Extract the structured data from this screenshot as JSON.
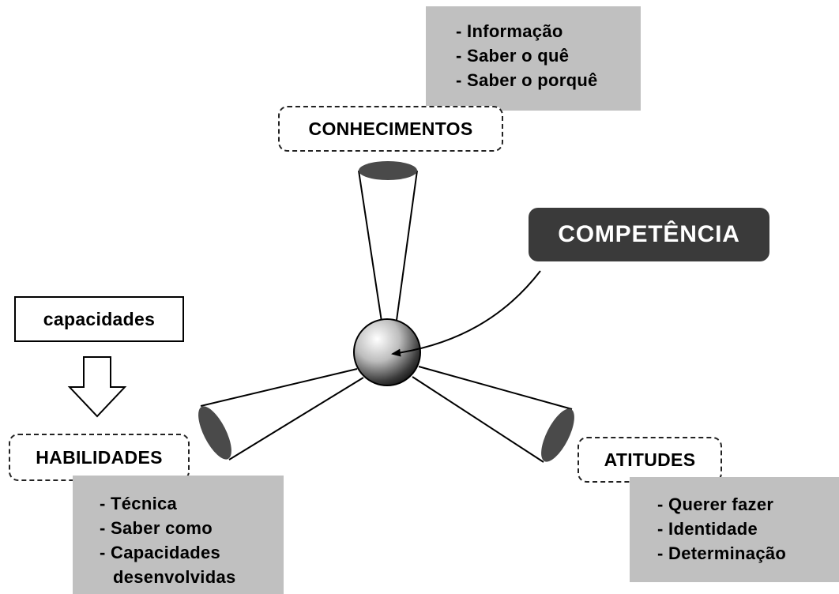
{
  "center_label": "COMPETÊNCIA",
  "conhecimentos": {
    "label": "CONHECIMENTOS",
    "items": [
      "- Informação",
      "- Saber o quê",
      "- Saber o porquê"
    ]
  },
  "habilidades": {
    "label": "HABILIDADES",
    "source_label": "capacidades",
    "items": [
      "- Técnica",
      "- Saber como",
      "- Capacidades desenvolvidas"
    ]
  },
  "atitudes": {
    "label": "ATITUDES",
    "items": [
      "- Querer fazer",
      "- Identidade",
      "- Determinação"
    ]
  }
}
